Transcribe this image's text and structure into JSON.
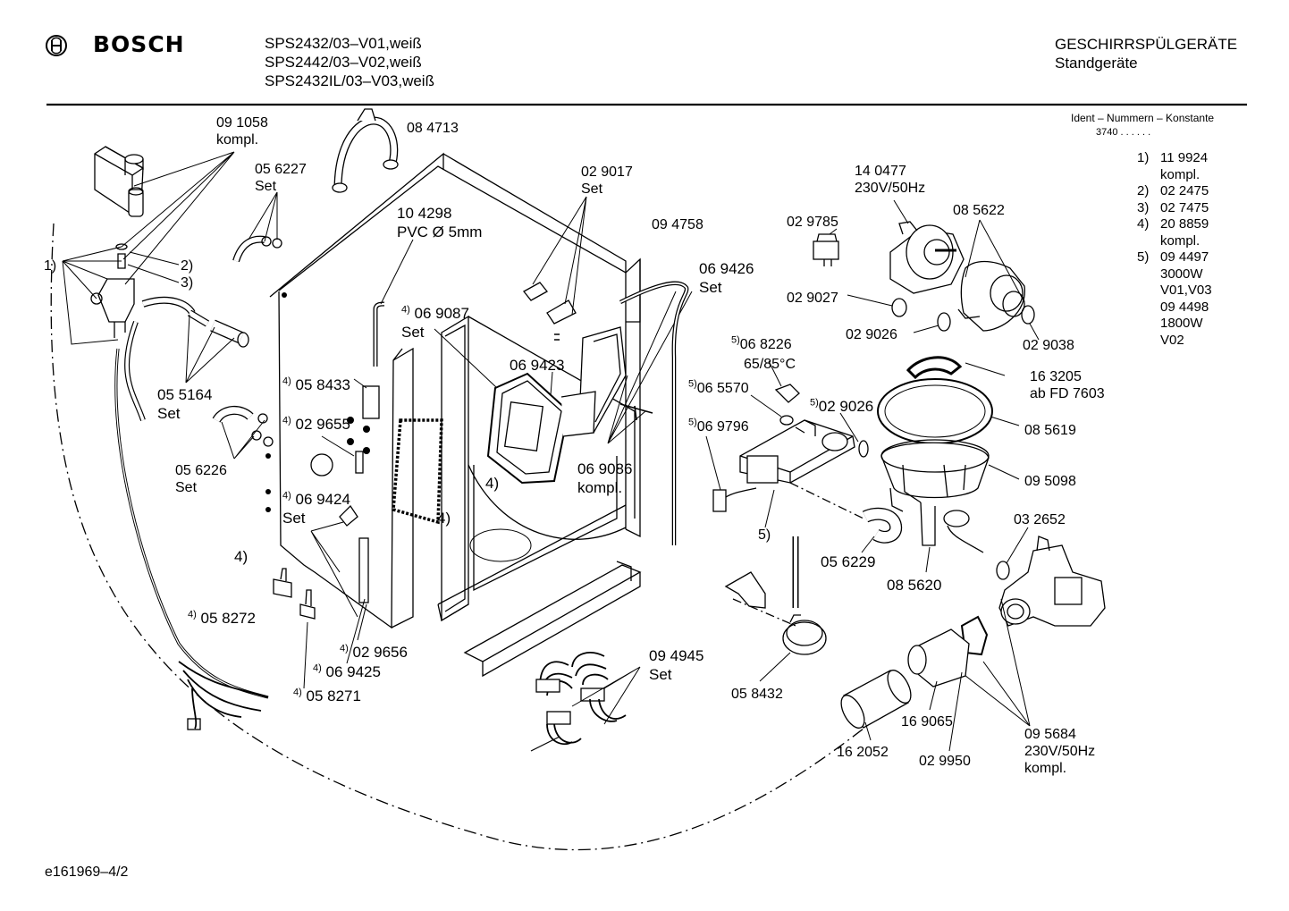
{
  "header": {
    "brand": "BOSCH",
    "models": [
      "SPS2432/03–V01,weiß",
      "SPS2442/03–V02,weiß",
      "SPS2432IL/03–V03,weiß"
    ],
    "category": "GESCHIRRSPÜLGERÄTE",
    "subcategory": "Standgeräte"
  },
  "ident": {
    "title": "Ident – Nummern – Konstante",
    "code": "3740 . .   . . . ."
  },
  "key_table": [
    {
      "num": "1)",
      "lines": [
        "11 9924",
        "kompl."
      ]
    },
    {
      "num": "2)",
      "lines": [
        "02 2475"
      ]
    },
    {
      "num": "3)",
      "lines": [
        "02 7475"
      ]
    },
    {
      "num": "4)",
      "lines": [
        "20 8859",
        "kompl."
      ]
    },
    {
      "num": "5)",
      "lines": [
        "09 4497",
        "3000W",
        "V01,V03",
        "09 4498",
        "1800W",
        "V02"
      ]
    }
  ],
  "labels": {
    "p091058": "09 1058",
    "p091058b": "kompl.",
    "p084713": "08 4713",
    "p056227": "05 6227",
    "p056227b": "Set",
    "r1": "1)",
    "r2": "2)",
    "r3": "3)",
    "p104298": "10 4298",
    "p104298b": "PVC Ø 5mm",
    "p029017": "02 9017",
    "p029017b": "Set",
    "p094758": "09 4758",
    "p069426": "06 9426",
    "p069426b": "Set",
    "p069087sup": "4)",
    "p069087": "06 9087",
    "p069087b": "Set",
    "p069423": "06 9423",
    "p055164": "05 5164",
    "p055164b": "Set",
    "p058433sup": "4)",
    "p058433": "05 8433",
    "p029655sup": "4)",
    "p029655": "02 9655",
    "p056226": "05 6226",
    "p056226b": "Set",
    "p069424sup": "4)",
    "p069424": "06 9424",
    "p069424b": "Set",
    "r4a": "4)",
    "r4b": "4)",
    "r4c": "4)",
    "p058272sup": "4)",
    "p058272": "05 8272",
    "p029656sup": "4)",
    "p029656": "02 9656",
    "p069425sup": "4)",
    "p069425": "06 9425",
    "p058271sup": "4)",
    "p058271": "05 8271",
    "p069086": "06 9086",
    "p069086b": "kompl.",
    "p094945": "09 4945",
    "p094945b": "Set",
    "p140477": "14 0477",
    "p140477b": "230V/50Hz",
    "p029785": "02 9785",
    "p085622": "08 5622",
    "p029027": "02 9027",
    "p029026a": "02 9026",
    "p029038": "02 9038",
    "p068226sup": "5)",
    "p068226": "06 8226",
    "p068226b": "65/85°C",
    "p065570sup": "5)",
    "p065570": "06 5570",
    "p029026bsup": "5)",
    "p029026b": "02 9026",
    "p069796sup": "5)",
    "p069796": "06 9796",
    "r5": "5)",
    "p163205": "16 3205",
    "p163205b": "ab FD 7603",
    "p085619": "08 5619",
    "p095098": "09 5098",
    "p032652": "03 2652",
    "p056229": "05 6229",
    "p085620": "08 5620",
    "p058432": "05 8432",
    "p169065": "16 9065",
    "p162052": "16 2052",
    "p029950": "02 9950",
    "p095684": "09 5684",
    "p095684b": "230V/50Hz",
    "p095684c": "kompl."
  },
  "footer": {
    "code": "e161969–4/2"
  }
}
